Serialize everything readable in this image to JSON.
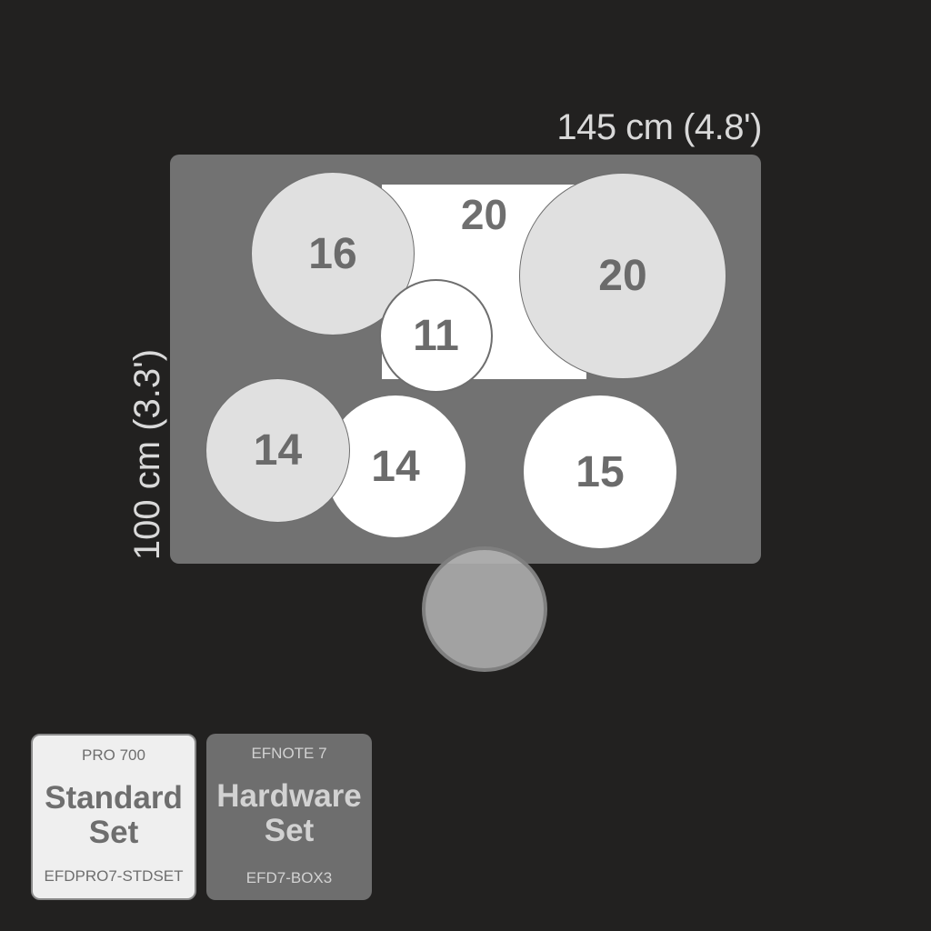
{
  "dimensions": {
    "width_label": "145 cm (4.8')",
    "depth_label": "100 cm (3.3')"
  },
  "layout": {
    "kick": {
      "size": "20"
    },
    "pads": [
      {
        "id": "crash",
        "size": "16",
        "type": "cymbal"
      },
      {
        "id": "ride",
        "size": "20",
        "type": "cymbal"
      },
      {
        "id": "snare-tom-small",
        "size": "11",
        "type": "drum"
      },
      {
        "id": "hihat",
        "size": "14",
        "type": "cymbal"
      },
      {
        "id": "snare",
        "size": "14",
        "type": "drum"
      },
      {
        "id": "floor-tom",
        "size": "15",
        "type": "drum"
      }
    ],
    "stool": "throne"
  },
  "cards": [
    {
      "series": "PRO 700",
      "name_line1": "Standard",
      "name_line2": "Set",
      "code": "EFDPRO7-STDSET",
      "selected": true
    },
    {
      "series": "EFNOTE 7",
      "name_line1": "Hardware",
      "name_line2": "Set",
      "code": "EFD7-BOX3",
      "selected": false
    }
  ],
  "colors": {
    "background": "#222120",
    "floor": "#727272",
    "cymbal": "#e0e0e0",
    "drum": "#ffffff",
    "label": "#6b6b6b"
  }
}
